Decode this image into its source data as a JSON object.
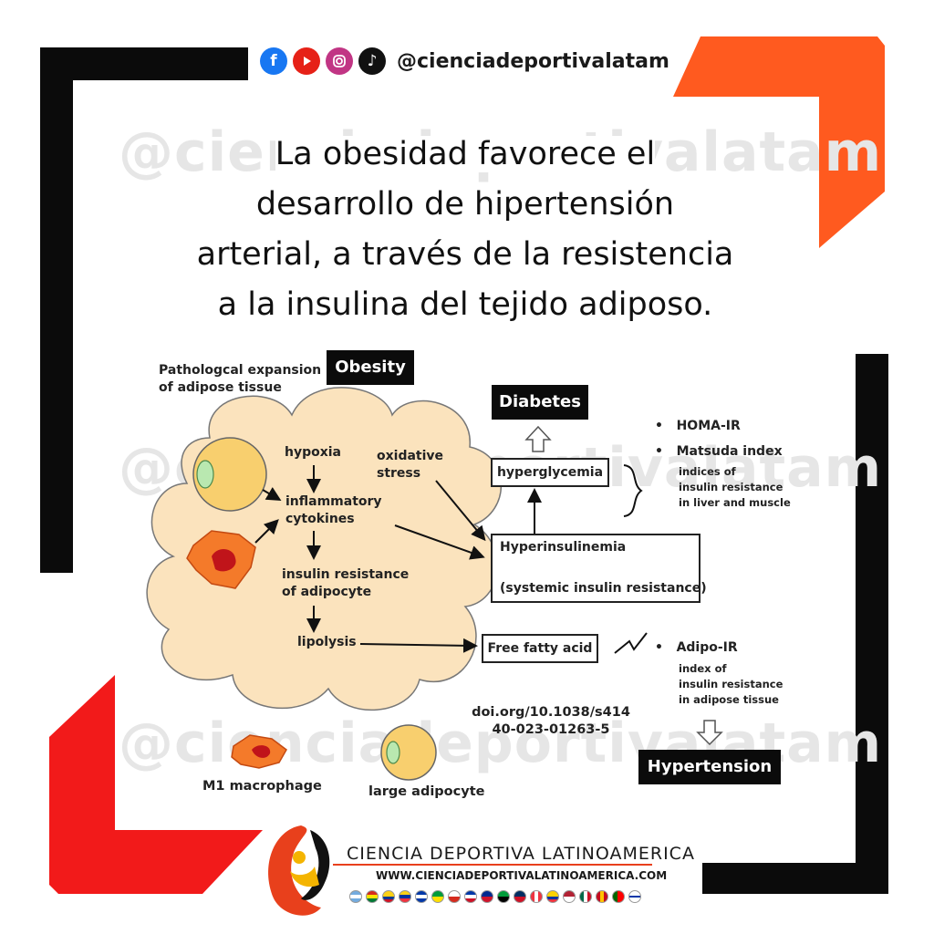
{
  "header": {
    "handle": "@cienciadeportivalatam",
    "social_icons": [
      "facebook-icon",
      "youtube-icon",
      "instagram-icon",
      "tiktok-icon"
    ]
  },
  "title": {
    "line1": "La obesidad favorece el",
    "line2": "desarrollo de hipertensión",
    "line3": "arterial, a través de la resistencia",
    "line4": "a la insulina del tejido adiposo."
  },
  "watermark": "@cienciadeportivalatam",
  "diagram": {
    "pathological_line1": "Pathologcal expansion",
    "pathological_line2": "of adipose tissue",
    "obesity": "Obesity",
    "hypoxia": "hypoxia",
    "oxidative_line1": "oxidative",
    "oxidative_line2": "stress",
    "inflammatory_line1": "inflammatory",
    "inflammatory_line2": "cytokines",
    "insulin_res_line1": "insulin resistance",
    "insulin_res_line2": "of adipocyte",
    "lipolysis": "lipolysis",
    "diabetes": "Diabetes",
    "hyperglycemia": "hyperglycemia",
    "hyperinsulinemia": "Hyperinsulinemia",
    "systemic": "(systemic insulin resistance)",
    "free_fatty_acid": "Free fatty acid",
    "homa": "HOMA-IR",
    "matsuda": "Matsuda index",
    "indices_line1": "indices of",
    "indices_line2": "insulin resistance",
    "indices_line3": "in liver and muscle",
    "adipo": "Adipo-IR",
    "index_line1": "index of",
    "index_line2": "insulin resistance",
    "index_line3": "in adipose tissue",
    "hypertension": "Hypertension",
    "doi_line1": "doi.org/10.1038/s414",
    "doi_line2": "40-023-01263-5",
    "legend_macrophage": "M1 macrophage",
    "legend_adipocyte": "large adipocyte",
    "bullet": "•"
  },
  "footer": {
    "name": "CIENCIA DEPORTIVA LATINOAMERICA",
    "url": "WWW.CIENCIADEPORTIVALATINOAMERICA.COM"
  },
  "colors": {
    "orange": "#ff5a1f",
    "red": "#f21a1a",
    "black": "#0b0b0b",
    "cloud": "#fbe3bd",
    "adipocyte": "#f8cf6e"
  }
}
